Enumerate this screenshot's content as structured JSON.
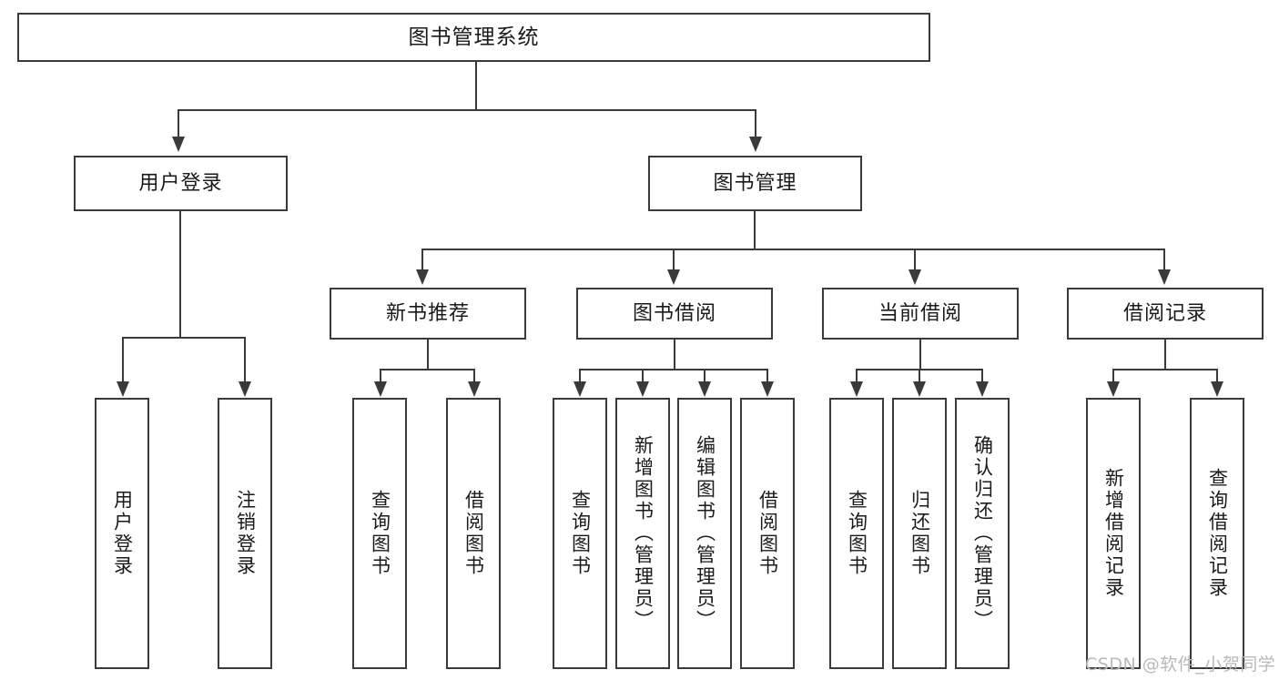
{
  "diagram": {
    "title": "图书管理系统",
    "type": "tree",
    "watermark": "CSDN @软件_小贺同学",
    "line_color": "#3a3a3a",
    "box_fill": "#ffffff",
    "text_color": "#1a1a1a",
    "watermark_color": "#b9b9b9"
  },
  "nodes": {
    "root": {
      "label": "图书管理系统"
    },
    "level2": [
      {
        "label": "用户登录"
      },
      {
        "label": "图书管理"
      }
    ],
    "level3": [
      {
        "label": "新书推荐"
      },
      {
        "label": "图书借阅"
      },
      {
        "label": "当前借阅"
      },
      {
        "label": "借阅记录"
      }
    ],
    "leaves": {
      "user_login": [
        {
          "label": "用户登录"
        },
        {
          "label": "注销登录"
        }
      ],
      "new_book": [
        {
          "label": "查询图书"
        },
        {
          "label": "借阅图书"
        }
      ],
      "book_borrow": [
        {
          "label": "查询图书"
        },
        {
          "label": "新增图书（管理员）"
        },
        {
          "label": "编辑图书（管理员）"
        },
        {
          "label": "借阅图书"
        }
      ],
      "current_borrow": [
        {
          "label": "查询图书"
        },
        {
          "label": "归还图书"
        },
        {
          "label": "确认归还（管理员）"
        }
      ],
      "borrow_record": [
        {
          "label": "新增借阅记录"
        },
        {
          "label": "查询借阅记录"
        }
      ]
    }
  }
}
